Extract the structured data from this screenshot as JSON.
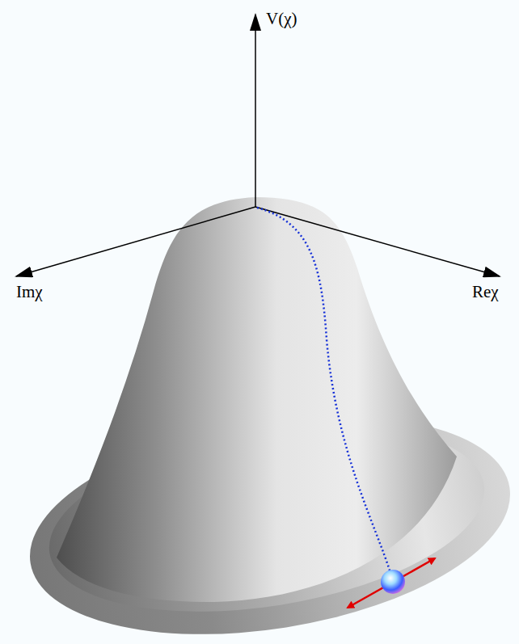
{
  "diagram": {
    "labels": [
      "V(χ)",
      "Imχ",
      "Reχ"
    ]
  }
}
